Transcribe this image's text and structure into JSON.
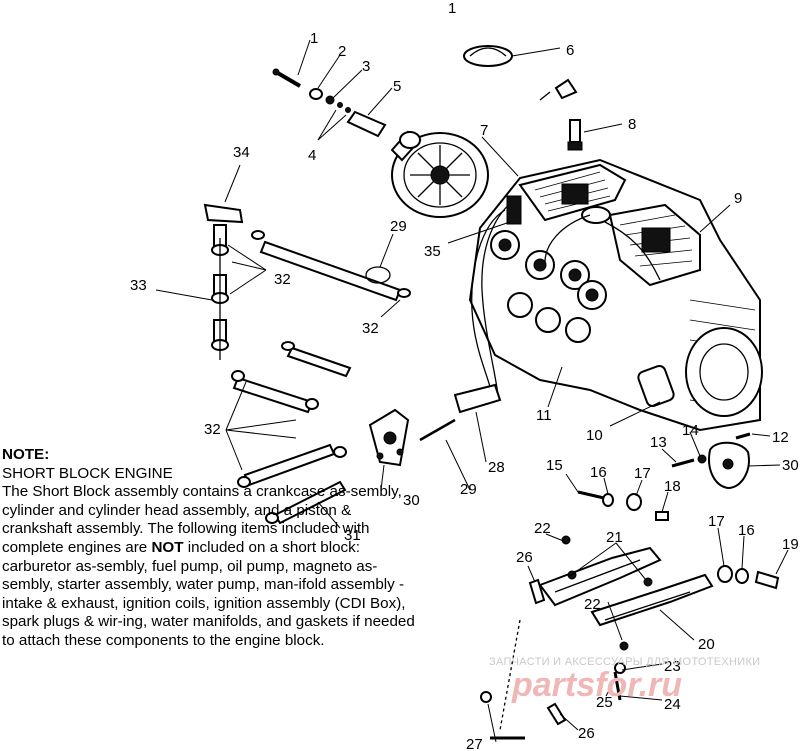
{
  "callouts": {
    "c1a": "1",
    "c1b": "1",
    "c2": "2",
    "c3": "3",
    "c4": "4",
    "c5": "5",
    "c6": "6",
    "c7": "7",
    "c8": "8",
    "c9": "9",
    "c10": "10",
    "c11": "11",
    "c12": "12",
    "c13": "13",
    "c14": "14",
    "c15": "15",
    "c16a": "16",
    "c16b": "16",
    "c17a": "17",
    "c17b": "17",
    "c18": "18",
    "c19": "19",
    "c20": "20",
    "c21": "21",
    "c22a": "22",
    "c22b": "22",
    "c23": "23",
    "c24": "24",
    "c25": "25",
    "c26a": "26",
    "c26b": "26",
    "c27": "27",
    "c28": "28",
    "c29a": "29",
    "c29b": "29",
    "c30a": "30",
    "c30b": "30",
    "c31": "31",
    "c32a": "32",
    "c32b": "32",
    "c32c": "32",
    "c33": "33",
    "c34": "34",
    "c35": "35"
  },
  "note": {
    "title": "NOTE:",
    "heading": "SHORT BLOCK ENGINE",
    "body_1": "The Short Block assembly contains a crankcase as-sembly, cylinder and cylinder head assembly, and a piston & crankshaft assembly.  The following items included with complete engines are ",
    "not": "NOT",
    "body_2": " included on a short block:  carburetor as-sembly, fuel pump, oil pump, magneto as-sembly, starter assembly, water pump, man-ifold assembly - intake & exhaust, ignition coils, ignition assembly (CDI Box), spark plugs & wir-ing, water manifolds, and gaskets if needed to attach these components to the engine block."
  },
  "watermark": {
    "caption": "ЗАПЧАСТИ И АКСЕССУАРЫ ДЛЯ МОТОТЕХНИКИ",
    "logo": "partsfor.ru"
  }
}
